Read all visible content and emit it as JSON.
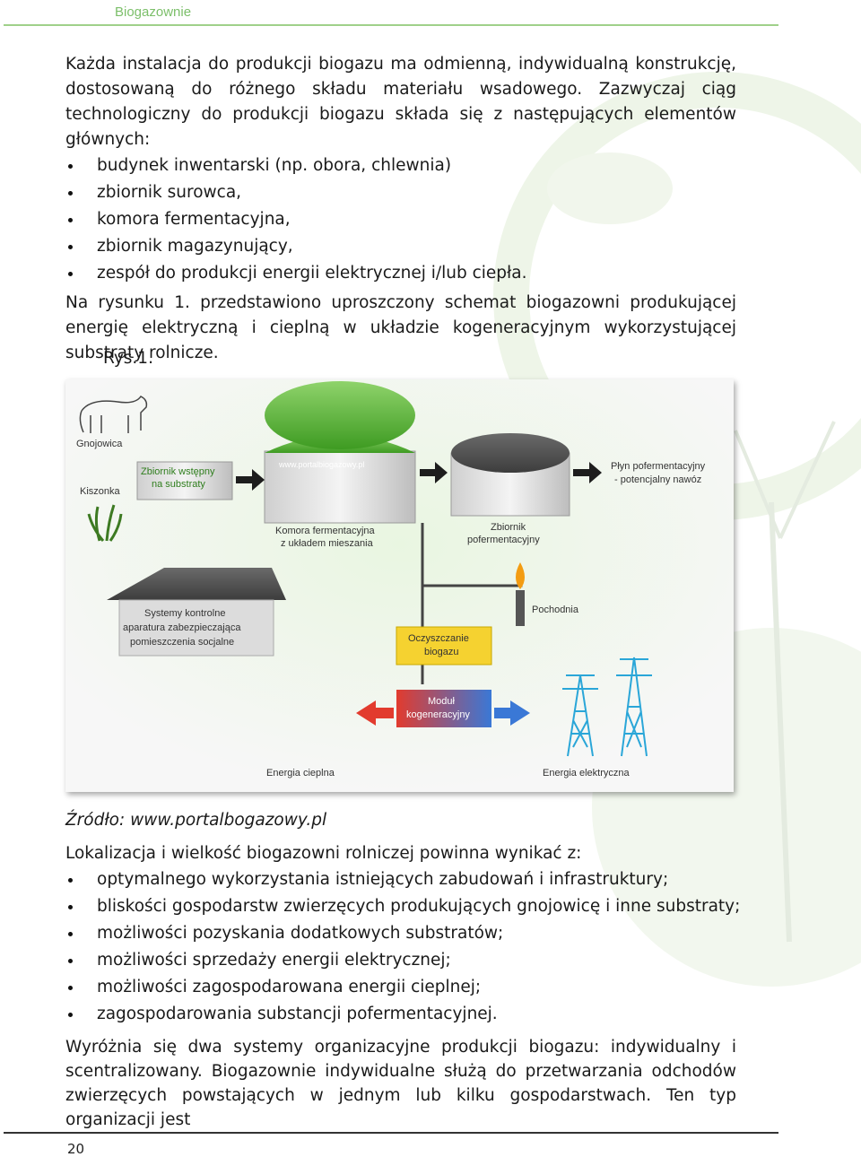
{
  "header": {
    "section_title": "Biogazownie"
  },
  "intro": {
    "paragraph": "Każda instalacja do produkcji biogazu ma odmienną, indywidualną konstrukcję, dostosowaną do różnego składu materiału wsadowego. Zazwyczaj ciąg technologiczny do produkcji biogazu składa się z następujących elementów głównych:",
    "items": [
      "budynek inwentarski (np. obora, chlewnia)",
      "zbiornik surowca,",
      "komora fermentacyjna,",
      "zbiornik magazynujący,",
      "zespół do produkcji energii elektrycznej i/lub ciepła."
    ],
    "paragraph2": "Na rysunku 1. przedstawiono uproszczony schemat biogazowni produkującej energię elektryczną i cieplną w układzie kogeneracyjnym wykorzystującej substraty rolnicze."
  },
  "figure": {
    "label": "Rys.1.",
    "source": "Źródło: www.portalbogazowy.pl",
    "labels": {
      "gnojowica": "Gnojowica",
      "kiszonka": "Kiszonka",
      "zbiornik_wstepny": [
        "Zbiornik wstępny",
        "na substraty"
      ],
      "komora": [
        "Komora fermentacyjna",
        "z układem mieszania"
      ],
      "dome_text": "www.portalbiogazowy.pl",
      "zbiornik_poferm": [
        "Zbiornik",
        "pofermentacyjny"
      ],
      "plyn": [
        "Płyn pofermentacyjny",
        "- potencjalny nawóz"
      ],
      "systemy": [
        "Systemy kontrolne",
        "aparatura zabezpieczająca",
        "pomieszczenia socjalne"
      ],
      "pochodnia": "Pochodnia",
      "oczyszczanie": [
        "Oczyszczanie",
        "biogazu"
      ],
      "modul": [
        "Moduł",
        "kogeneracyjny"
      ],
      "energia_cieplna": "Energia cieplna",
      "energia_elektryczna": "Energia elektryczna"
    }
  },
  "location": {
    "paragraph": "Lokalizacja i wielkość biogazowni rolniczej powinna wynikać z:",
    "items": [
      "optymalnego wykorzystania istniejących zabudowań i infrastruktury;",
      "bliskości gospodarstw zwierzęcych produkujących gnojowicę i inne substraty;",
      "możliwości pozyskania dodatkowych substratów;",
      "możliwości sprzedaży energii elektrycznej;",
      "możliwości zagospodarowana energii cieplnej;",
      "zagospodarowania substancji pofermentacyjnej."
    ]
  },
  "closing": {
    "paragraph": "Wyróżnia się dwa systemy organizacyjne produkcji biogazu: indywidualny i scentralizowany. Biogazownie indywidualne służą do przetwarzania odchodów zwierzęcych powstających w jednym lub kilku gospodarstwach. Ten typ organizacji jest"
  },
  "footer": {
    "page_number": "20"
  },
  "colors": {
    "accent_green": "#7cbf6a",
    "dome_green": "#4aa32e",
    "box_yellow": "#f5d230"
  }
}
